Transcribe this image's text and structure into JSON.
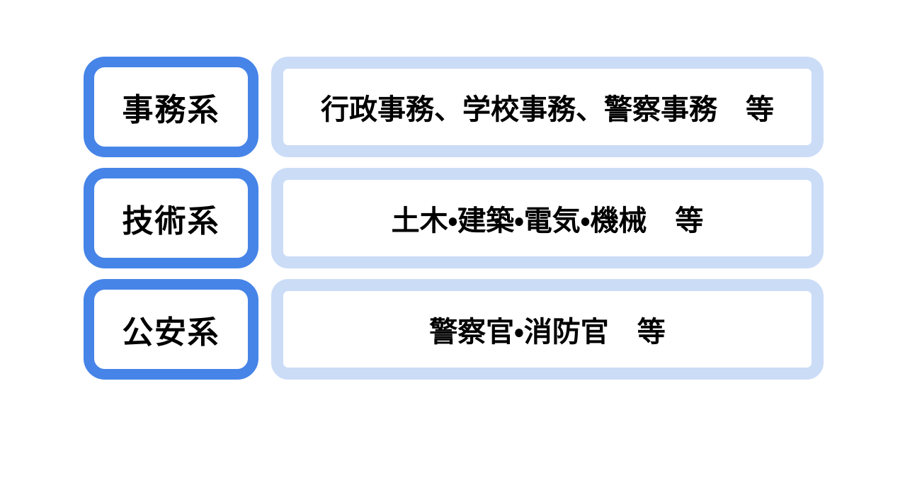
{
  "colors": {
    "category_border": "#4684E8",
    "description_border": "#CBDCF7",
    "box_fill": "#FFFFFF",
    "text": "#000000",
    "background": "#FFFFFF"
  },
  "diagram": {
    "rows": [
      {
        "category": "事務系",
        "description": "行政事務、学校事務、警察事務　等"
      },
      {
        "category": "技術系",
        "description": "土木・建築・電気・機械　等"
      },
      {
        "category": "公安系",
        "description": "警察官・消防官　等"
      }
    ]
  }
}
